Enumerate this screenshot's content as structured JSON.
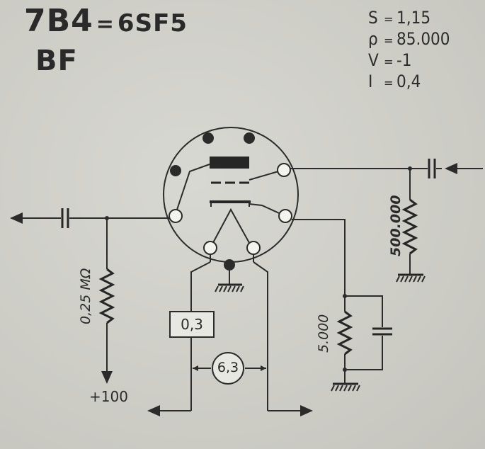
{
  "title": {
    "main": "7B4",
    "equals": "=",
    "alt": "6SF5",
    "sub": "BF"
  },
  "params": [
    {
      "sym": "S",
      "eq": "=",
      "val": "1,15"
    },
    {
      "sym": "ρ",
      "eq": "=",
      "val": "85.000"
    },
    {
      "sym": "V",
      "eq": "=",
      "val": "-1"
    },
    {
      "sym": "I",
      "eq": "=",
      "val": "0,4"
    }
  ],
  "labels": {
    "plate_resistor": "0,25 MΩ",
    "supply": "+100",
    "heater_resistor": "0,3",
    "heater_voltage": "6,3",
    "grid_resistor": "500.000",
    "cathode_resistor": "5.000"
  },
  "colors": {
    "ink": "#2b2b2b",
    "paper": "#cfcfc9"
  }
}
